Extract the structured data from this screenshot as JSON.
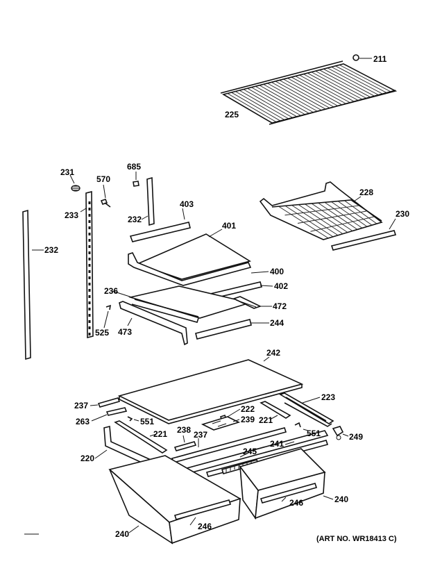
{
  "art_number": "(ART NO. WR18413 C)",
  "labels": {
    "l211": "211",
    "l225": "225",
    "l231": "231",
    "l233": "233",
    "l570": "570",
    "l685": "685",
    "l232a": "232",
    "l232b": "232",
    "l403": "403",
    "l401": "401",
    "l228": "228",
    "l230": "230",
    "l400": "400",
    "l402": "402",
    "l236": "236",
    "l472": "472",
    "l525": "525",
    "l473": "473",
    "l244": "244",
    "l242": "242",
    "l237a": "237",
    "l263": "263",
    "l551a": "551",
    "l222": "222",
    "l239": "239",
    "l221a": "221",
    "l223": "223",
    "l221b": "221",
    "l238": "238",
    "l237b": "237",
    "l551b": "551",
    "l249": "249",
    "l241": "241",
    "l220": "220",
    "l245": "245",
    "l246a": "246",
    "l246b": "246",
    "l240a": "240",
    "l240b": "240"
  }
}
